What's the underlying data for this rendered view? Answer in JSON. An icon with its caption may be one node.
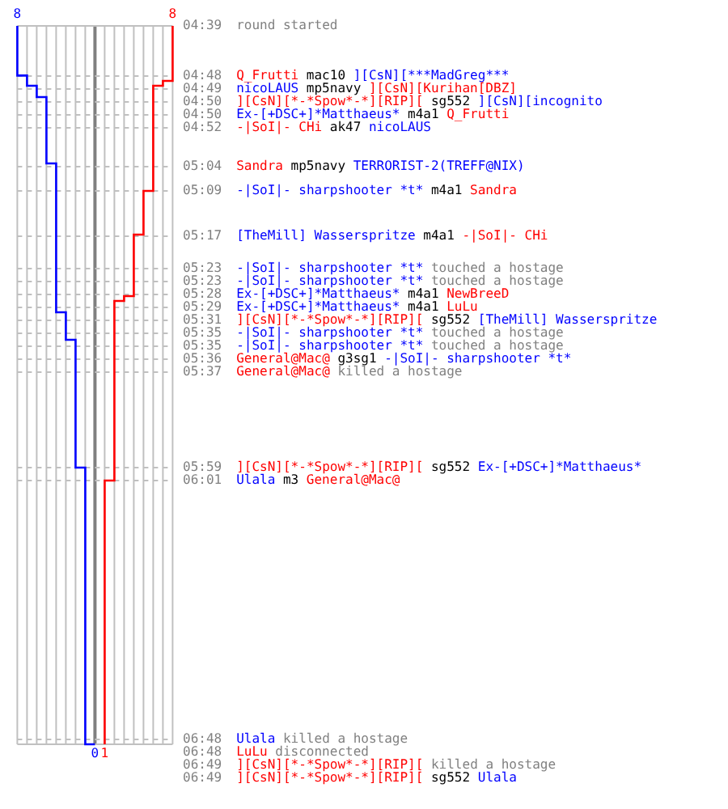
{
  "diagram": {
    "labels": [
      "8",
      "8",
      "04:39",
      "round started",
      "04:48",
      "Q_Frutti",
      "mac10",
      "][CsN][***MadGreg***",
      "04:49",
      "nicoLAUS",
      "mp5navy",
      "][CsN][Kurihan[DBZ]",
      "04:50",
      "][CsN][*-*Spow*-*][RIP][",
      "sg552",
      "][CsN][incognito",
      "04:50",
      "Ex-[+DSC+]*Matthaeus*",
      "m4a1",
      "Q_Frutti",
      "04:52",
      "-|SoI|- CHi",
      "ak47",
      "nicoLAUS",
      "05:04",
      "Sandra",
      "mp5navy",
      "TERRORIST-2(TREFF@NIX)",
      "05:09",
      "-|SoI|- sharpshooter *t*",
      "m4a1",
      "Sandra",
      "05:17",
      "[TheMill] Wasserspritze",
      "m4a1",
      "-|SoI|- CHi",
      "05:23",
      "-|SoI|- sharpshooter *t*",
      "touched a hostage",
      "05:23",
      "-|SoI|- sharpshooter *t*",
      "touched a hostage",
      "05:28",
      "Ex-[+DSC+]*Matthaeus*",
      "m4a1",
      "NewBreeD",
      "05:29",
      "Ex-[+DSC+]*Matthaeus*",
      "m4a1",
      "LuLu",
      "05:31",
      "][CsN][*-*Spow*-*][RIP][",
      "sg552",
      "[TheMill] Wasserspritze",
      "05:35",
      "-|SoI|- sharpshooter *t*",
      "touched a hostage",
      "05:35",
      "-|SoI|- sharpshooter *t*",
      "touched a hostage",
      "05:36",
      "General@Mac@",
      "g3sg1",
      "-|SoI|- sharpshooter *t*",
      "05:37",
      "General@Mac@",
      "killed a hostage",
      "05:59",
      "][CsN][*-*Spow*-*][RIP][",
      "sg552",
      "Ex-[+DSC+]*Matthaeus*",
      "06:01",
      "Ulala",
      "m3",
      "General@Mac@",
      "06:48",
      "Ulala",
      "killed a hostage",
      "06:48",
      "LuLu",
      "disconnected",
      "06:49",
      "][CsN][*-*Spow*-*][RIP][",
      "killed a hostage",
      "06:49",
      "][CsN][*-*Spow*-*][RIP][",
      "sg552",
      "Ulala",
      "0",
      "1"
    ]
  }
}
